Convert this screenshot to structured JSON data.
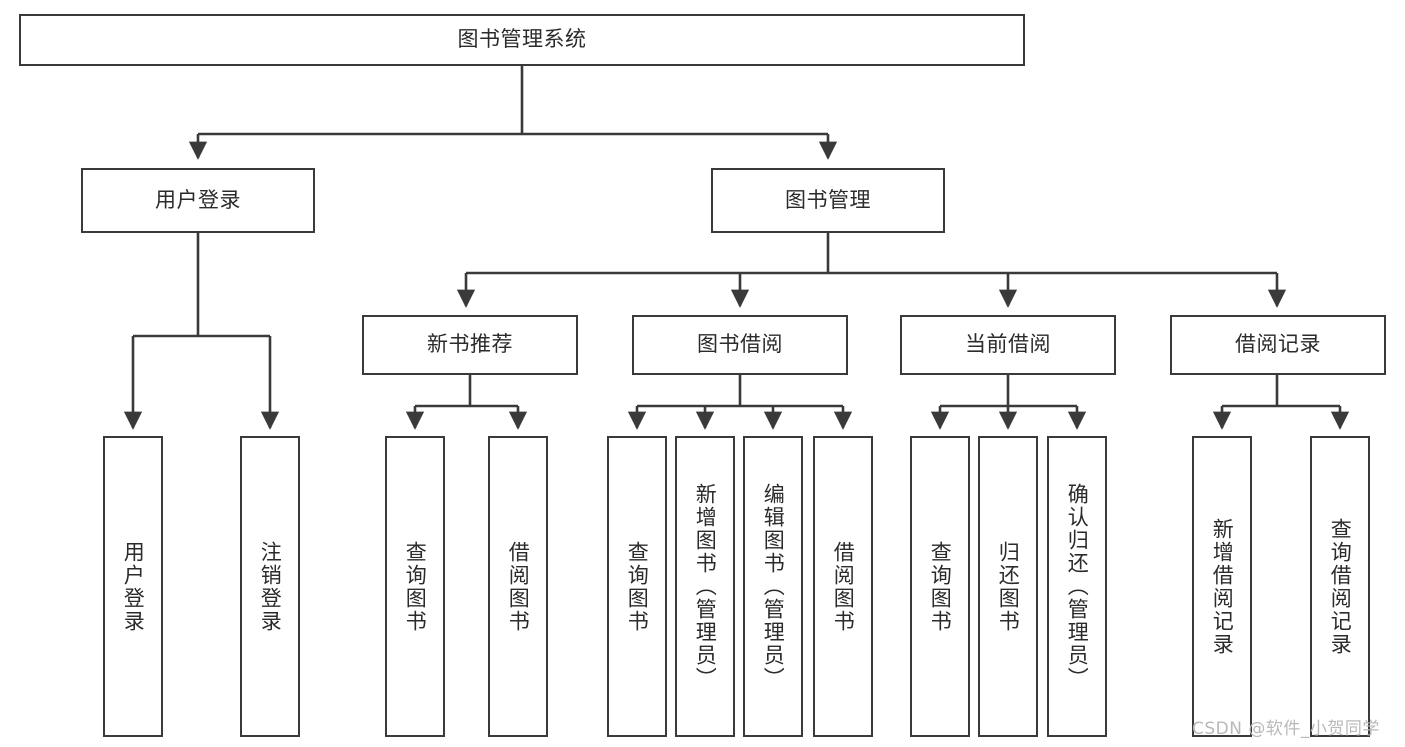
{
  "diagram": {
    "title": "图书管理系统",
    "type": "tree-hierarchy-diagram",
    "stroke_color": "#3a3a3a",
    "fill_color": "#ffffff",
    "text_color": "#2b2b2b",
    "watermark": "CSDN @软件_小贺同学",
    "levels": {
      "root": {
        "label": "图书管理系统"
      },
      "level2": [
        {
          "label": "用户登录"
        },
        {
          "label": "图书管理"
        }
      ],
      "level3": [
        {
          "label": "新书推荐"
        },
        {
          "label": "图书借阅"
        },
        {
          "label": "当前借阅"
        },
        {
          "label": "借阅记录"
        }
      ],
      "leaves": {
        "user_login": [
          {
            "label": "用户登录"
          },
          {
            "label": "注销登录"
          }
        ],
        "new_book_recommend": [
          {
            "label": "查询图书"
          },
          {
            "label": "借阅图书"
          }
        ],
        "book_borrow": [
          {
            "label": "查询图书"
          },
          {
            "label": "新增图书（管理员）"
          },
          {
            "label": "编辑图书（管理员）"
          },
          {
            "label": "借阅图书"
          }
        ],
        "current_borrow": [
          {
            "label": "查询图书"
          },
          {
            "label": "归还图书"
          },
          {
            "label": "确认归还（管理员）"
          }
        ],
        "borrow_record": [
          {
            "label": "新增借阅记录"
          },
          {
            "label": "查询借阅记录"
          }
        ]
      }
    }
  }
}
